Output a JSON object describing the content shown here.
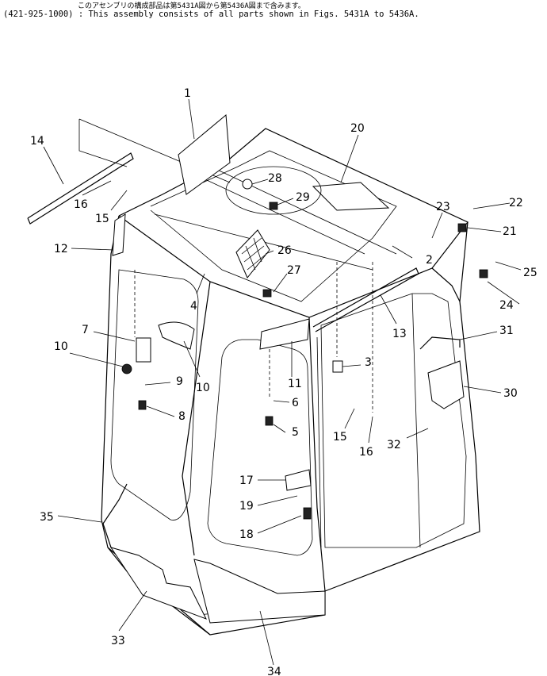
{
  "header": {
    "note_jp": "このアセンブリの構成部品は第5431A図から第5436A図まで含みます。",
    "note_en": "(421-925-1000) : This assembly consists of all parts shown in Figs. 5431A to 5436A."
  },
  "callouts": [
    "1",
    "2",
    "3",
    "4",
    "5",
    "6",
    "7",
    "8",
    "9",
    "10",
    "10",
    "11",
    "12",
    "13",
    "14",
    "15",
    "15",
    "16",
    "16",
    "17",
    "18",
    "19",
    "20",
    "21",
    "22",
    "23",
    "24",
    "25",
    "26",
    "27",
    "28",
    "29",
    "30",
    "31",
    "32",
    "33",
    "34",
    "35"
  ]
}
